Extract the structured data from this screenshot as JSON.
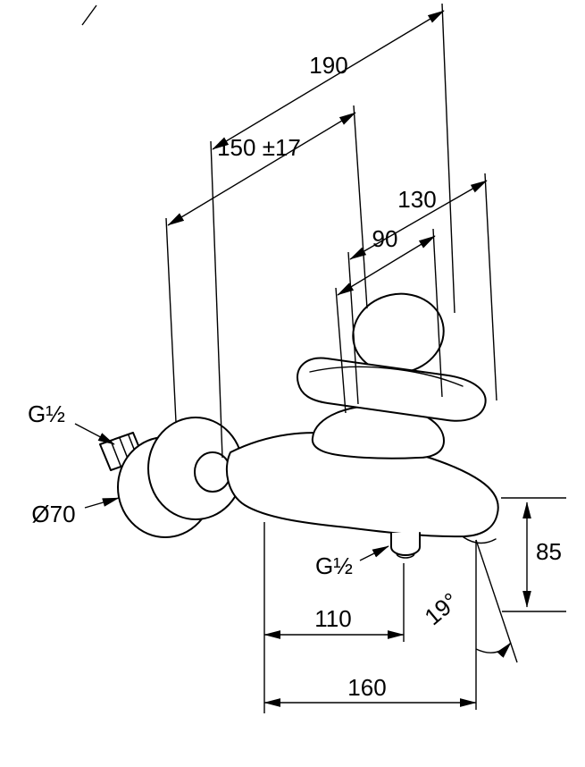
{
  "drawing": {
    "background_color": "#ffffff",
    "line_color": "#000000",
    "labels": {
      "dim_190": "190",
      "dim_150": "150 ±17",
      "dim_130": "130",
      "dim_90": "90",
      "inlet_thread": "G½",
      "flange_diameter": "Ø70",
      "outlet_thread": "G½",
      "dim_85": "85",
      "spout_angle": "19°",
      "dim_110": "110",
      "dim_160": "160"
    }
  }
}
